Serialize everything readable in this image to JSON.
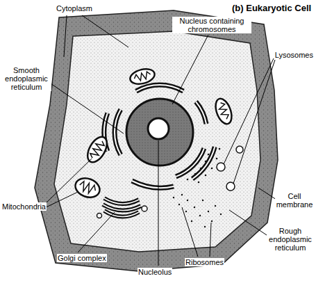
{
  "diagram": {
    "title": "(b) Eukaryotic Cell",
    "labels": [
      "Cytoplasm",
      "Nucleus containing chromosomes",
      "Smooth endoplasmic reticulum",
      "Lysosomes",
      "Mitochondria",
      "Cell membrane",
      "Rough endoplasmic reticulum",
      "Golgi complex",
      "Ribosomes",
      "Nucleolus"
    ]
  }
}
